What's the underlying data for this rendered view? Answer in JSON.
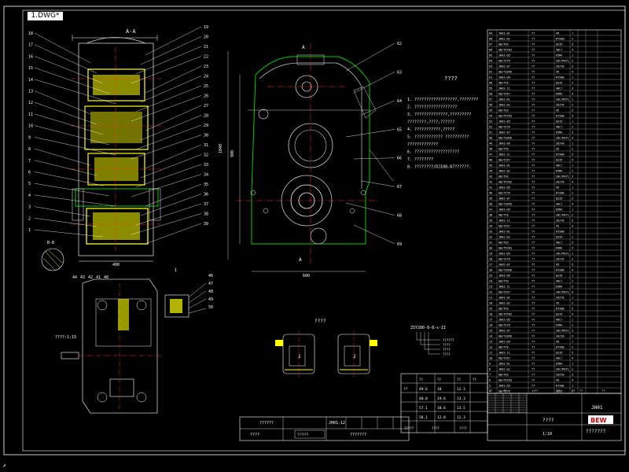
{
  "window": {
    "tab_label": "1.DWG*"
  },
  "drawing": {
    "section_label": "A-A",
    "left_callouts_left": [
      "18",
      "17",
      "16",
      "15",
      "14",
      "13",
      "12",
      "11",
      "10",
      "9",
      "8",
      "7",
      "6",
      "5",
      "4",
      "3",
      "2",
      "1"
    ],
    "left_callouts_right": [
      "19",
      "20",
      "21",
      "22",
      "23",
      "24",
      "25",
      "26",
      "27",
      "28",
      "29",
      "30",
      "31",
      "32",
      "33",
      "34",
      "35",
      "36",
      "37",
      "38",
      "39"
    ],
    "front_callouts_right": [
      "62",
      "63",
      "64",
      "65",
      "66",
      "67",
      "68",
      "69"
    ],
    "bottom_callouts": [
      "44",
      "43",
      "42",
      "41",
      "40"
    ],
    "detail_callouts": [
      "46",
      "47",
      "48",
      "49",
      "50"
    ],
    "tech_title": "????",
    "tech_notes": [
      "1. ??????????????????,????????",
      "2. ??????????????????",
      "3. ??????????????,?????????",
      "   ????????,????,??????",
      "4. ???????????,?????",
      "5. ???????????? ??????????",
      "   ?????????????",
      "6. ???????????????????",
      "7. ????????",
      "8. ????????/DJ108-87??????."
    ],
    "arrangement_title": "????",
    "arrangement_labels": [
      "1",
      "2"
    ],
    "spec_lines": [
      "??????",
      "????",
      "????",
      "????"
    ],
    "perf_table": {
      "headers": [
        "??",
        "??",
        "??",
        "??"
      ],
      "rows": [
        [
          "??",
          "49.6",
          "18",
          "12.3"
        ],
        [
          "",
          "40.8",
          "19.6",
          "13.3"
        ],
        [
          "",
          "57.1",
          "18.6",
          "13.5"
        ],
        [
          "",
          "58.1",
          "12.8",
          "12.3"
        ]
      ],
      "footer": [
        "?????",
        "????",
        "????"
      ]
    },
    "title_block": {
      "name": "????",
      "drawing_no": "JH01",
      "company_logo": "BEW",
      "company_name": "???????",
      "scale": "1:10"
    },
    "bom_header": [
      "??",
      "??",
      "??",
      "??",
      "??",
      "??",
      "??"
    ]
  }
}
